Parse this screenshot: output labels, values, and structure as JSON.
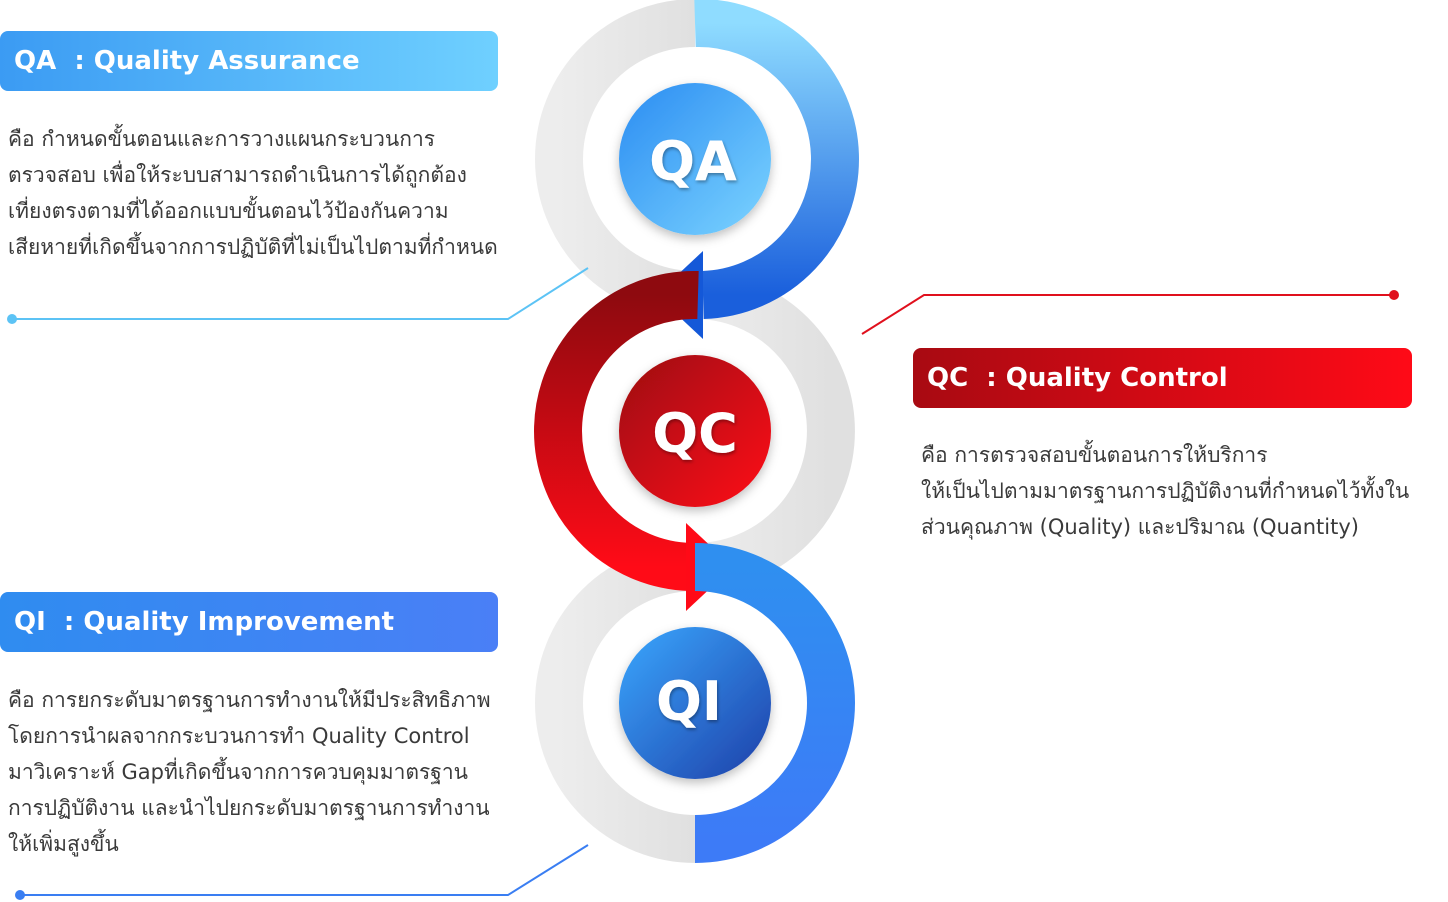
{
  "sections": [
    {
      "id": "qa",
      "code": "QA",
      "heading": "QA  : Quality Assurance",
      "description_lines": [
        "คือ กำหนดขั้นตอนและการวางแผนกระบวนการ",
        "ตรวจสอบ เพื่อให้ระบบสามารถดำเนินการได้ถูกต้อง",
        "เที่ยงตรงตามที่ได้ออกแบบขั้นตอนไว้ป้องกันความ",
        "เสียหายที่เกิดขึ้นจากการปฏิบัติที่ไม่เป็นไปตามที่กำหนด"
      ],
      "accent_color": "#3ea6f5"
    },
    {
      "id": "qc",
      "code": "QC",
      "heading": "QC  : Quality Control",
      "description_lines": [
        "คือ การตรวจสอบขั้นตอนการให้บริการ",
        "ให้เป็นไปตามมาตรฐานการปฏิบัติงานที่กำหนดไว้ทั้งใน",
        "ส่วนคุณภาพ (Quality) และปริมาณ (Quantity)"
      ],
      "accent_color": "#e0101d"
    },
    {
      "id": "qi",
      "code": "QI",
      "heading": "QI  : Quality Improvement",
      "description_lines": [
        "คือ การยกระดับมาตรฐานการทำงานให้มีประสิทธิภาพ",
        "โดยการนำผลจากกระบวนการทำ Quality Control",
        "มาวิเคราะห์ Gapที่เกิดขึ้นจากการควบคุมมาตรฐาน",
        "การปฏิบัติงาน และนำไปยกระดับมาตรฐานการทำงาน",
        "ให้เพิ่มสูงขึ้น"
      ],
      "accent_color": "#3a7ef2"
    }
  ]
}
